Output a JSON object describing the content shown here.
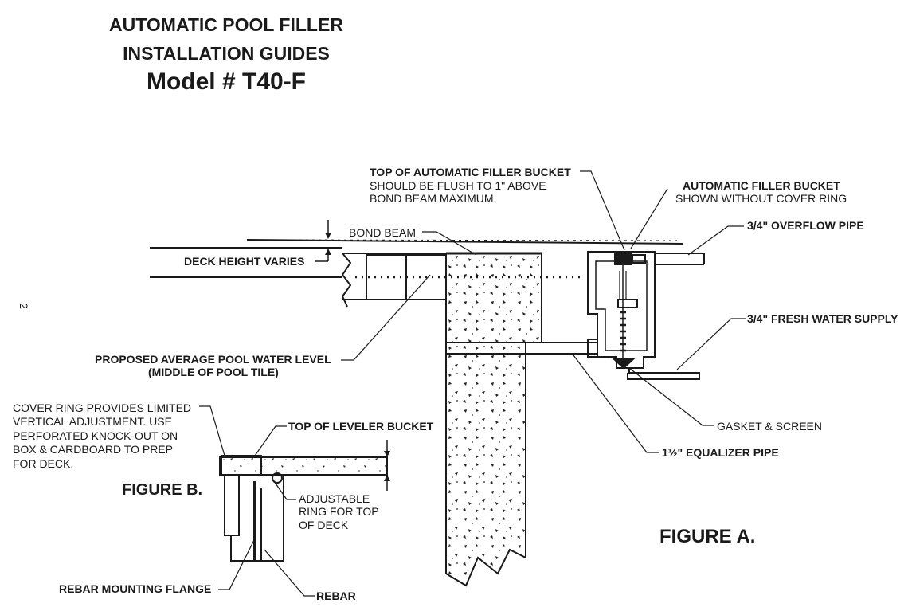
{
  "header": {
    "title_line1": "AUTOMATIC POOL FILLER",
    "title_line2": "INSTALLATION GUIDES",
    "model": "Model # T40-F"
  },
  "page_number": "2",
  "figure_a": {
    "caption": "FIGURE A.",
    "labels": {
      "top_bucket_1": "TOP OF AUTOMATIC FILLER BUCKET",
      "top_bucket_2": "SHOULD BE FLUSH TO 1\" ABOVE",
      "top_bucket_3": "BOND BEAM MAXIMUM.",
      "filler_bucket_1": "AUTOMATIC FILLER BUCKET",
      "filler_bucket_2": "SHOWN WITHOUT COVER RING",
      "overflow_pipe": "3/4\" OVERFLOW PIPE",
      "bond_beam": "BOND BEAM",
      "deck_height": "DECK HEIGHT VARIES",
      "fresh_water": "3/4\" FRESH WATER SUPPLY",
      "water_level_1": "PROPOSED AVERAGE POOL WATER LEVEL",
      "water_level_2": "(MIDDLE OF POOL TILE)",
      "gasket": "GASKET & SCREEN",
      "equalizer": "1½\" EQUALIZER PIPE"
    }
  },
  "figure_b": {
    "caption": "FIGURE B.",
    "labels": {
      "cover_ring_1": "COVER RING PROVIDES LIMITED",
      "cover_ring_2": "VERTICAL ADJUSTMENT. USE",
      "cover_ring_3": "PERFORATED KNOCK-OUT ON",
      "cover_ring_4": "BOX & CARDBOARD TO PREP",
      "cover_ring_5": "FOR DECK.",
      "top_leveler": "TOP OF LEVELER BUCKET",
      "adjustable_1": "ADJUSTABLE",
      "adjustable_2": "RING FOR TOP",
      "adjustable_3": "OF DECK",
      "rebar_flange": "REBAR MOUNTING FLANGE",
      "rebar": "REBAR"
    }
  }
}
